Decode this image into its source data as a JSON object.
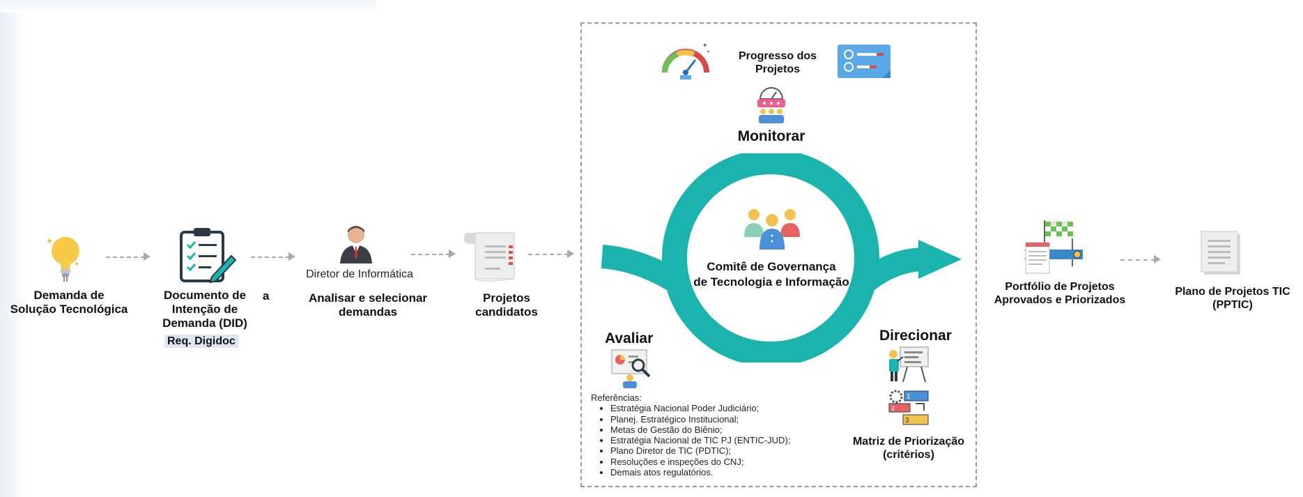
{
  "steps": {
    "demanda": "Demanda de\nSolução Tecnológica",
    "documento": "Documento de\nIntenção de\nDemanda (DID)",
    "documento_suffix": "a",
    "req_badge": "Req. Digidoc",
    "diretor": "Diretor de Informática",
    "analisar": "Analisar e selecionar\ndemandas",
    "projetos_candidatos": "Projetos\ncandidatos",
    "portfolio": "Portfólio de Projetos\nAprovados e Priorizados",
    "plano": "Plano de Projetos TIC\n(PPTIC)"
  },
  "cycle": {
    "progresso": "Progresso dos\nProjetos",
    "monitorar": "Monitorar",
    "comite": "Comitê de Governança\nde Tecnologia e Informação",
    "avaliar": "Avaliar",
    "direcionar": "Direcionar",
    "matriz": "Matriz de Priorização\n(critérios)",
    "referencias_title": "Referências:",
    "referencias": [
      "Estratégia Nacional Poder Judiciário;",
      "Planej. Estratégico Institucional;",
      "Metas de Gestão do Biênio;",
      "Estratégia Nacional de TIC PJ (ENTIC-JUD);",
      "Plano Diretor de TIC (PDTIC);",
      "Resoluções e inspeções do CNJ;",
      "Demais atos regulatórios."
    ]
  },
  "colors": {
    "teal": "#1bb3ad",
    "bulb": "#f7c948",
    "flag_green": "#6bbf59",
    "panel_border": "#9a9a9a",
    "badge_bg": "#dfe6f3"
  },
  "icons": [
    "lightbulb-icon",
    "checklist-clipboard-icon",
    "director-person-icon",
    "scroll-document-icon",
    "speedometer-icon",
    "checklist-card-icon",
    "presenter-icon",
    "team-icon",
    "analysis-board-icon",
    "teacher-board-icon",
    "priority-matrix-icon",
    "finish-flag-icon",
    "document-icon"
  ]
}
